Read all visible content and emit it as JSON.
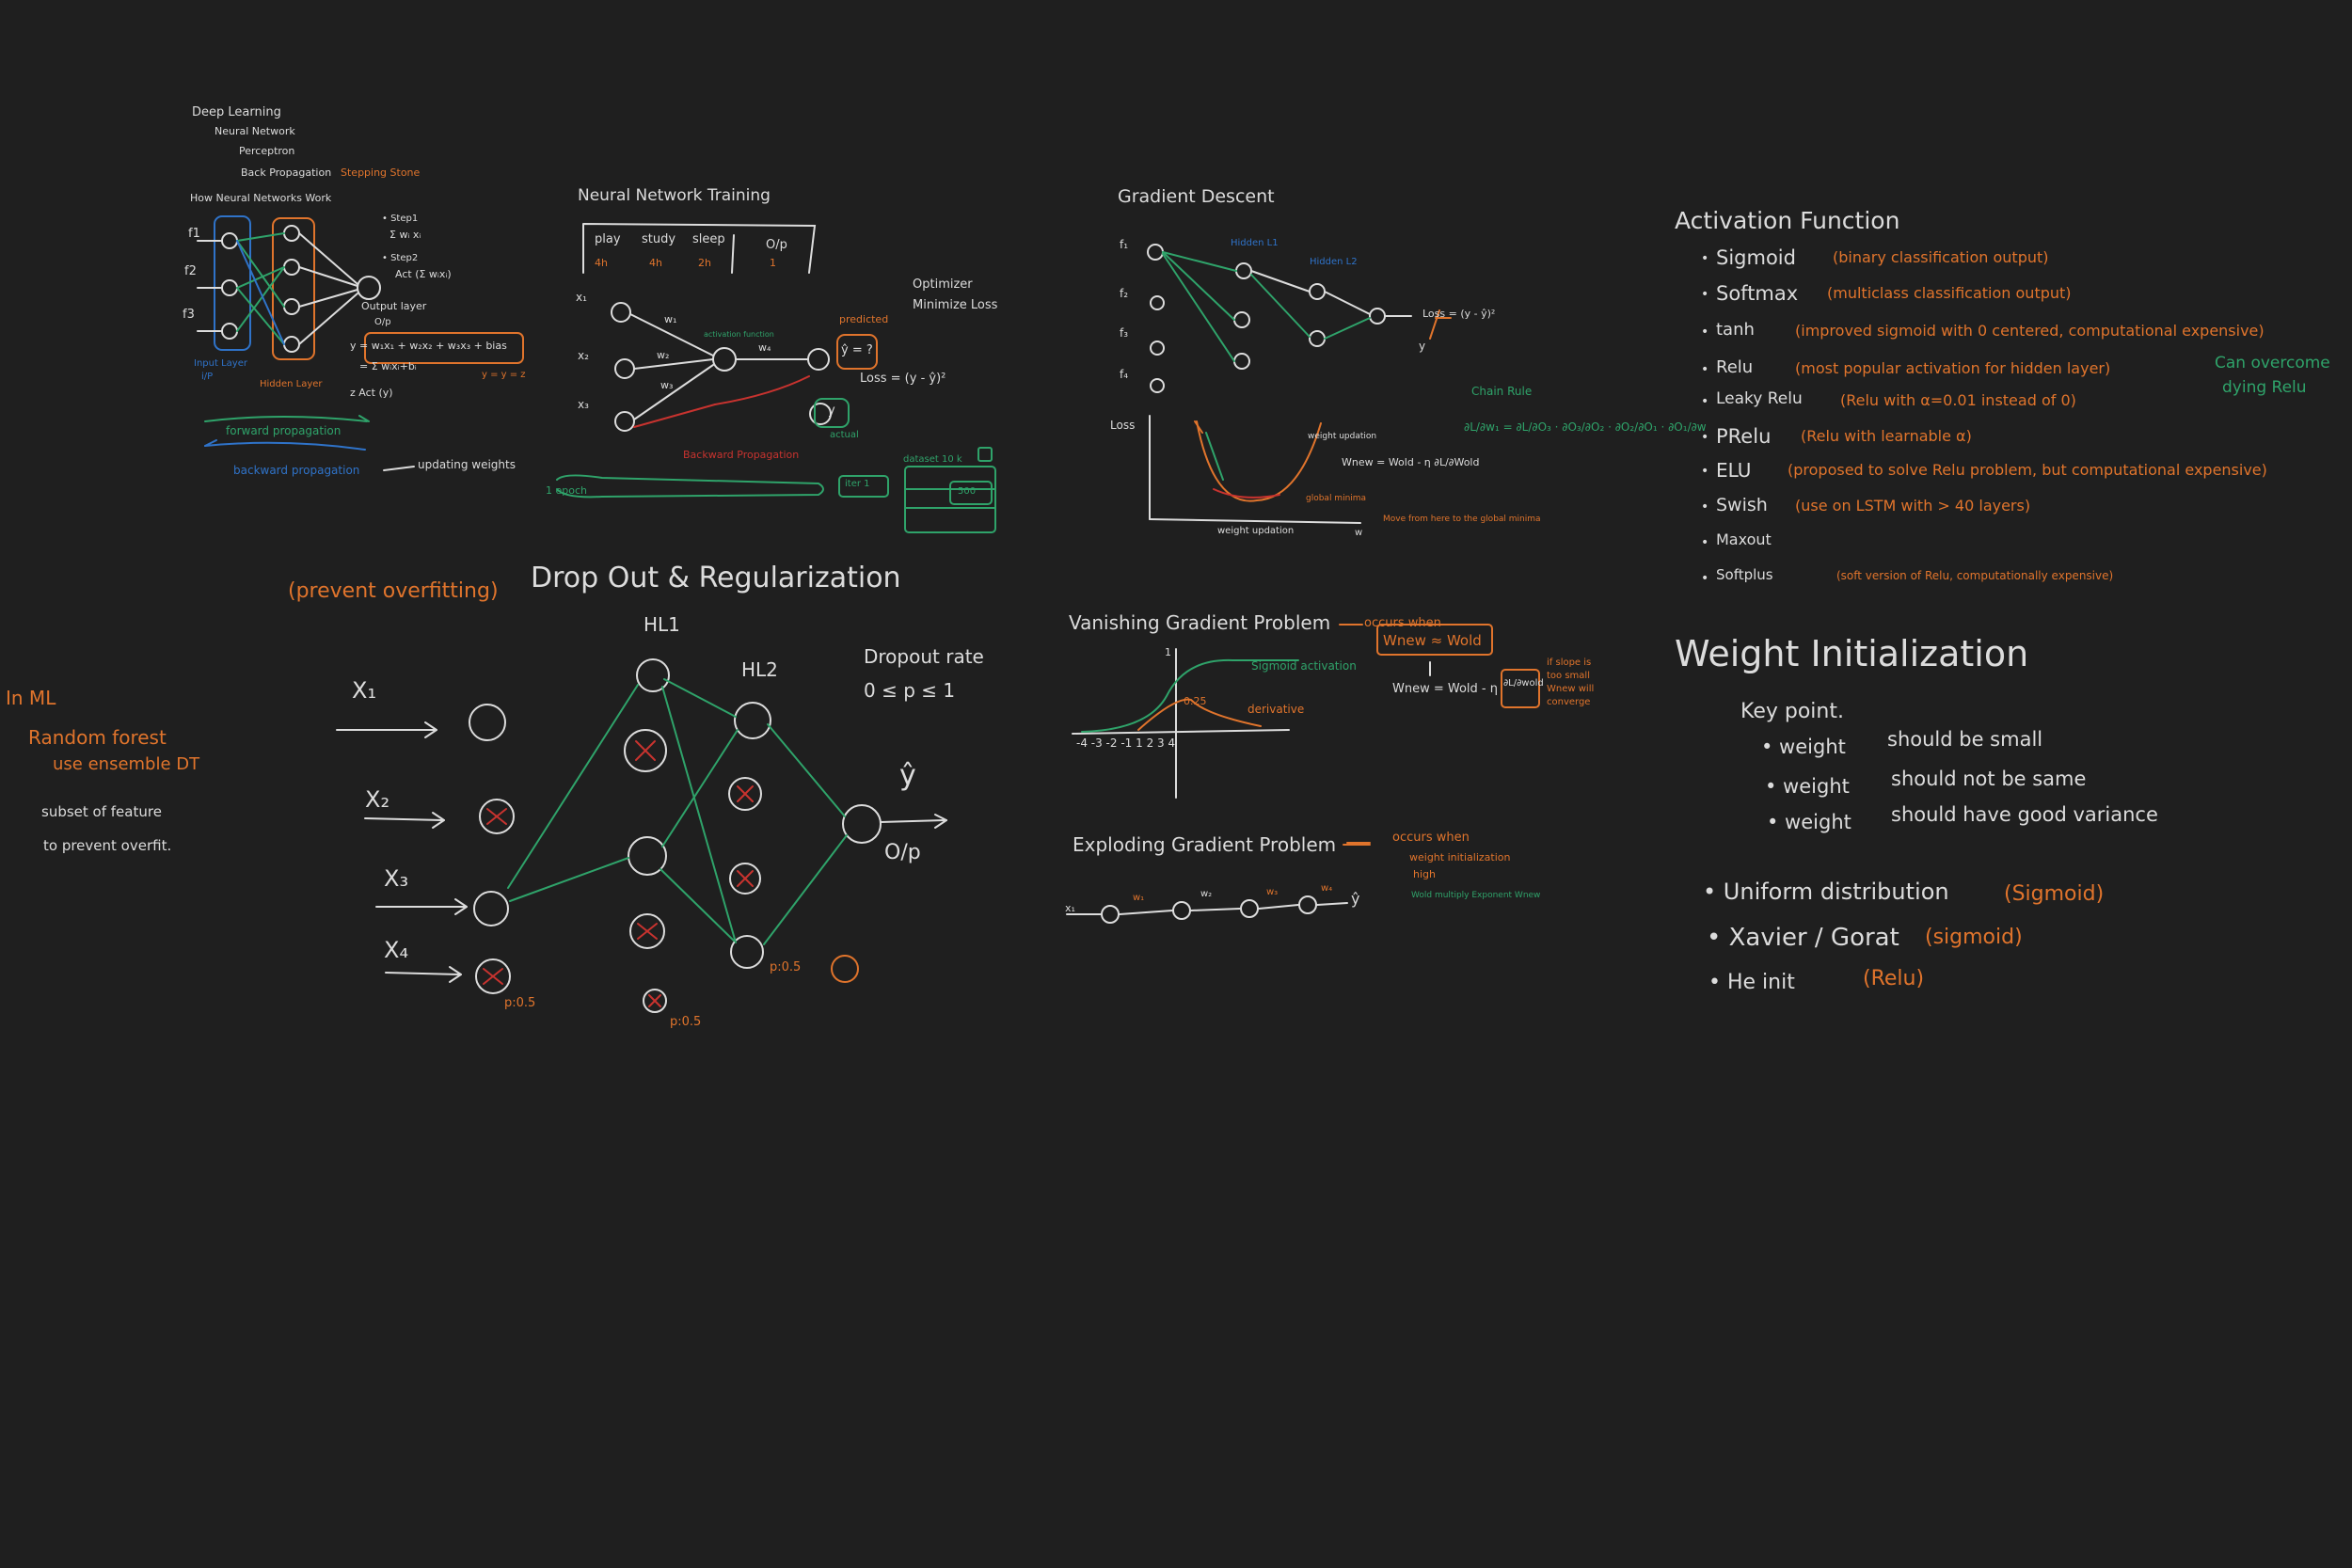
{
  "colors": {
    "background": "#1f1f1f",
    "white": "#dcdcdc",
    "orange": "#e0742c",
    "green": "#2fa36a",
    "blue": "#2f73c9",
    "red": "#c8332f"
  },
  "topics": {
    "title": "Deep Learning",
    "item1": "Neural Network",
    "item2": "Perceptron",
    "item3": "Back Propagation",
    "item3_note": "Stepping Stone",
    "how": "How Neural Networks Work"
  },
  "how_nn": {
    "f1": "f1",
    "f2": "f2",
    "f3": "f3",
    "step1": "• Step1",
    "sum": "Σ wᵢ xᵢ",
    "step2": "• Step2",
    "act": "Act (Σ wᵢxᵢ)",
    "output_layer": "Output layer",
    "op": "O/p",
    "eq1": "y = w₁x₁ + w₂x₂ + w₃x₃ + bias",
    "eq2": "= Σ wᵢxᵢ+bᵢ",
    "eq3": "z   Act (y)",
    "ytrue": "y = y = z",
    "input_layer": "Input Layer",
    "ip": "i/P",
    "hidden_layer": "Hidden Layer",
    "forward": "forward propagation",
    "backward": "backward propagation",
    "updating": "updating weights"
  },
  "nn_training": {
    "title": "Neural Network Training",
    "h_play": "play",
    "h_study": "study",
    "h_sleep": "sleep",
    "h_op": "O/p",
    "v_play": "4h",
    "v_study": "4h",
    "v_sleep": "2h",
    "v_op": "1",
    "x1": "x₁",
    "x2": "x₂",
    "x3": "x₃",
    "w1": "w₁",
    "w2": "w₂",
    "w3": "w₃",
    "w4": "w₄",
    "activation": "activation function",
    "predicted": "predicted",
    "yhat": "ŷ = ?",
    "y": "y",
    "actual": "actual",
    "loss": "Loss = (y - ŷ)²",
    "optimizer": "Optimizer",
    "minimize": "Minimize Loss",
    "backward": "Backward Propagation",
    "epoch": "1 epoch",
    "iter": "iter 1",
    "dataset": "dataset 10 k",
    "size": "500"
  },
  "gradient": {
    "title": "Gradient Descent",
    "f1": "f₁",
    "f2": "f₂",
    "f3": "f₃",
    "f4": "f₄",
    "hl1": "Hidden L1",
    "hl2": "Hidden L2",
    "loss_label": "Loss = (y - ŷ)²",
    "y": "y",
    "chain": "Chain Rule",
    "chain_eq": "∂L/∂w₁ = ∂L/∂O₃ · ∂O₃/∂O₂ · ∂O₂/∂O₁ · ∂O₁/∂w",
    "loss_axis": "Loss",
    "update": "weight updation",
    "wnew": "Wnew = Wold - η ∂L/∂Wold",
    "global": "global minima",
    "note": "Move from here to the global minima",
    "xaxis": "weight updation",
    "w": "w"
  },
  "activation": {
    "title": "Activation Function",
    "items": [
      {
        "name": "Sigmoid",
        "note": "(binary classification output)"
      },
      {
        "name": "Softmax",
        "note": "(multiclass classification output)"
      },
      {
        "name": "tanh",
        "note": "(improved sigmoid with 0 centered, computational expensive)"
      },
      {
        "name": "Relu",
        "note": "(most popular activation for hidden layer)"
      },
      {
        "name": "Leaky Relu",
        "note": "(Relu with α=0.01 instead of 0)"
      },
      {
        "name": "PRelu",
        "note": "(Relu with learnable α)"
      },
      {
        "name": "ELU",
        "note": "(proposed to solve Relu problem, but computational expensive)"
      },
      {
        "name": "Swish",
        "note": "(use on LSTM with > 40 layers)"
      },
      {
        "name": "Maxout",
        "note": ""
      },
      {
        "name": "Softplus",
        "note": "(soft version of Relu, computationally expensive)"
      }
    ],
    "side1": "Can overcome",
    "side2": "dying Relu"
  },
  "dropout": {
    "prevent": "(prevent overfitting)",
    "title": "Drop Out  &  Regularization",
    "x1": "X₁",
    "x2": "X₂",
    "x3": "X₃",
    "x4": "X₄",
    "hl1": "HL1",
    "hl2": "HL2",
    "yhat": "ŷ",
    "op": "O/p",
    "rate1": "Dropout rate",
    "rate2": "0 ≤ p ≤ 1",
    "p1": "p:0.5",
    "p2": "p:0.5",
    "p3": "p:0.5"
  },
  "ml": {
    "l1": "In ML",
    "l2": "Random forest",
    "l3": "use ensemble DT",
    "l4": "subset of feature",
    "l5": "to prevent overfit."
  },
  "vanishing": {
    "title": "Vanishing Gradient Problem",
    "occurs": "occurs when",
    "cond": "Wnew ≈ Wold",
    "eq": "Wnew = Wold - η",
    "frac": "∂L/∂wold",
    "note1": "if slope is",
    "note2": "too small",
    "note3": "Wnew will",
    "note4": "converge",
    "sig": "Sigmoid activation",
    "deriv": "derivative",
    "v1": "1",
    "v025": "0.25",
    "ticks": "-4 -3 -2 -1   1  2  3  4"
  },
  "exploding": {
    "title": "Exploding Gradient Problem",
    "occurs": "occurs when",
    "c1": "weight initialization",
    "c2": "high",
    "x": "x₁",
    "w1": "w₁",
    "w2": "w₂",
    "w3": "w₃",
    "w4": "w₄",
    "yhat": "ŷ",
    "note": "Wold  multiply  Exponent  Wnew"
  },
  "weights": {
    "title": "Weight  Initialization",
    "key": "Key point.",
    "k1a": "• weight",
    "k1b": "should be small",
    "k2a": "• weight",
    "k2b": "should not be same",
    "k3a": "• weight",
    "k3b": "should have good variance",
    "m1a": "• Uniform distribution",
    "m1b": "(Sigmoid)",
    "m2a": "• Xavier / Gorat",
    "m2b": "(sigmoid)",
    "m3a": "• He init",
    "m3b": "(Relu)"
  }
}
